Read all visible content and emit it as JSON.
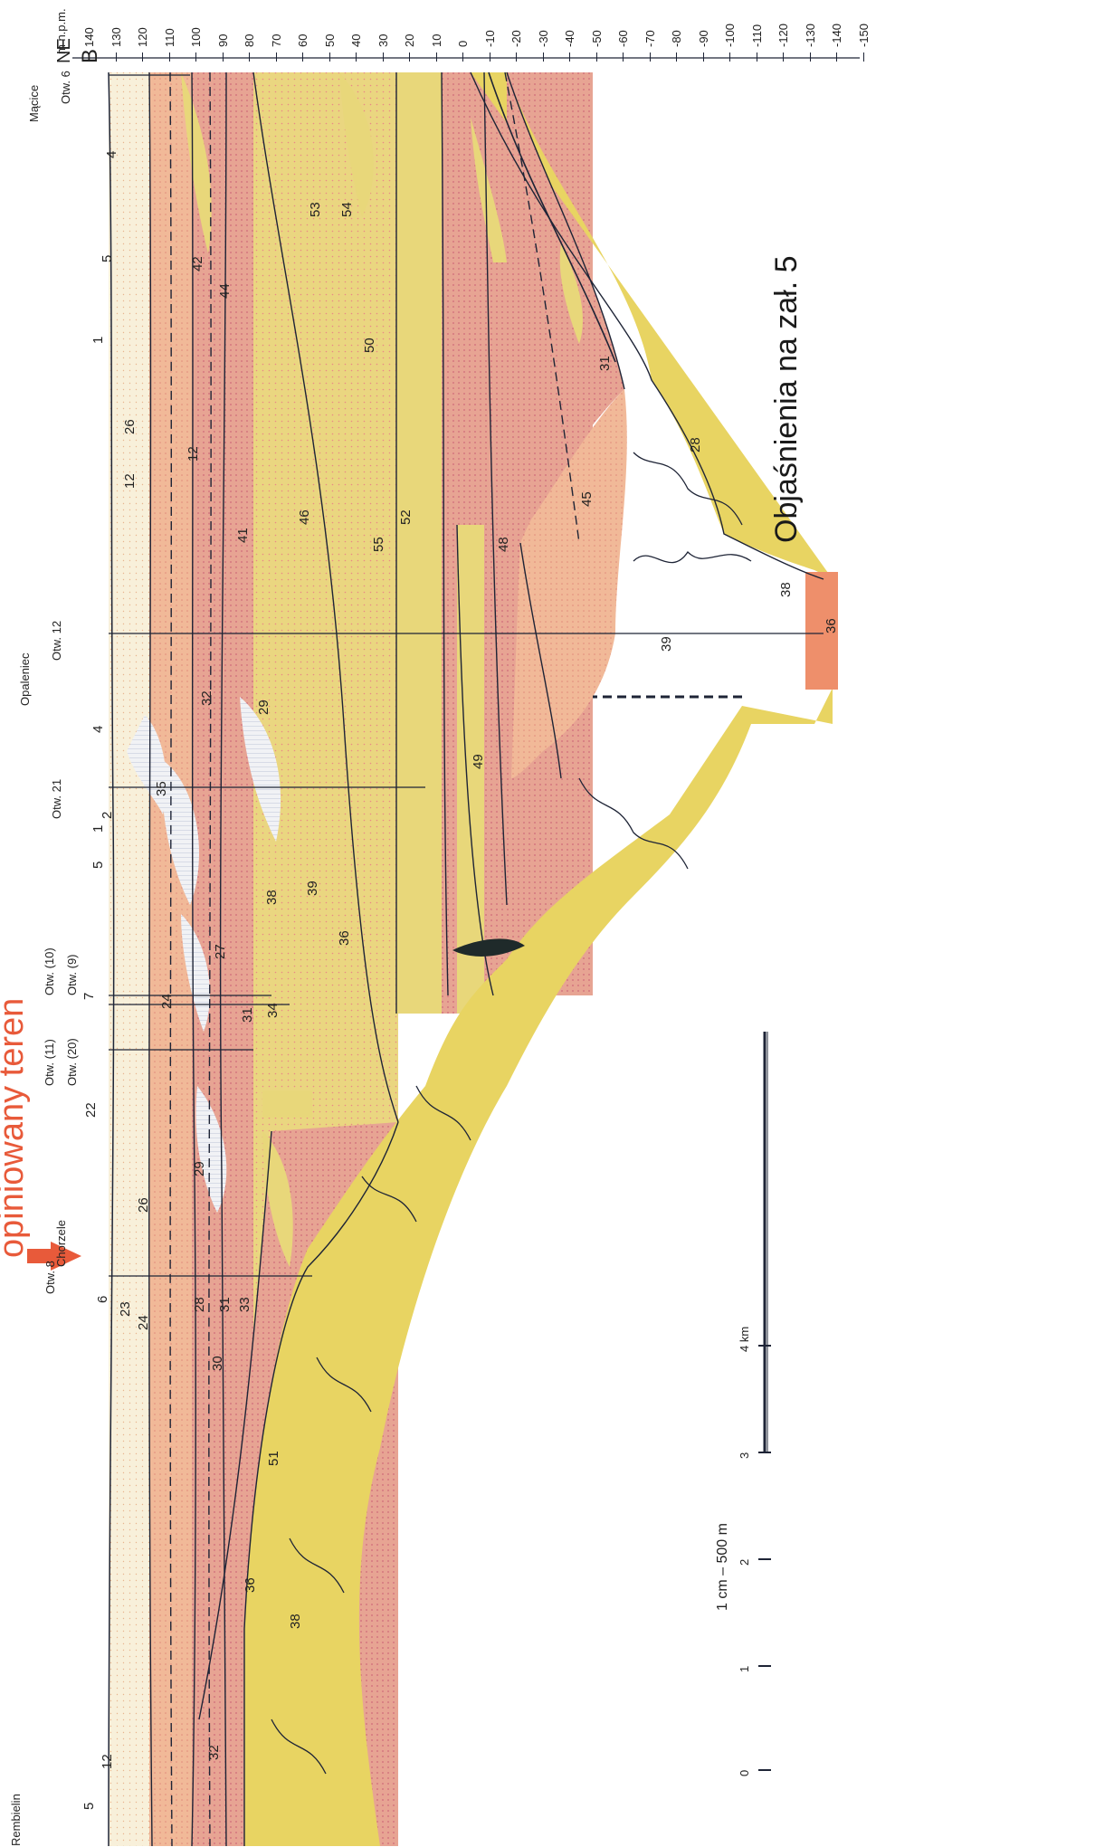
{
  "header": {
    "letter": "B",
    "direction": "NE",
    "axis_unit": "m n.p.m."
  },
  "axis_ticks": [
    "140",
    "130",
    "120",
    "110",
    "100",
    "90",
    "80",
    "70",
    "60",
    "50",
    "40",
    "30",
    "20",
    "10",
    "0",
    "-10",
    "-20",
    "-30",
    "-40",
    "-50",
    "-60",
    "-70",
    "-80",
    "-90",
    "-100",
    "-110",
    "-120",
    "-130",
    "-140",
    "-150"
  ],
  "places": {
    "rembielin": "Rembielin",
    "chorzele": "Chorzele",
    "opaleniec": "Opaleniec",
    "macice": "Mącice"
  },
  "boreholes": {
    "otw8": "Otw. 8",
    "otw20": "Otw. (20)",
    "otw11": "Otw. (11)",
    "otw10": "Otw. (10)",
    "otw9": "Otw. (9)",
    "otw21": "Otw. 21",
    "otw12": "Otw. 12",
    "otw6": "Otw. 6"
  },
  "annotation": {
    "assessed_area": "opiniowany teren",
    "explanations": "Objaśnienia na zał. 5"
  },
  "scale": {
    "ratio": "1 cm – 500 m",
    "ticks": [
      "0",
      "1",
      "2",
      "3",
      "4 km"
    ]
  },
  "surface_labels": [
    "5",
    "12",
    "6",
    "22",
    "7",
    "5",
    "1",
    "2",
    "4",
    "12",
    "1",
    "5",
    "4"
  ],
  "layer_labels": [
    "32",
    "36",
    "38",
    "30",
    "24",
    "23",
    "51",
    "28",
    "31",
    "33",
    "26",
    "29",
    "27",
    "24",
    "31",
    "34",
    "36",
    "38",
    "39",
    "35",
    "32",
    "29",
    "26",
    "12",
    "41",
    "42",
    "44",
    "46",
    "50",
    "53",
    "54",
    "55",
    "52",
    "49",
    "48",
    "45",
    "39",
    "38",
    "36",
    "31",
    "28"
  ],
  "colors": {
    "pink": "#e7a493",
    "pink_light": "#f4cdb6",
    "yellow": "#e8d77a",
    "yellow_dark": "#e2c35b",
    "salmon": "#f1b998",
    "beige": "#f6ecd2",
    "gray_white": "#e9ecf1",
    "red_arrow": "#e85a3a",
    "orange": "#ee8f6b"
  }
}
